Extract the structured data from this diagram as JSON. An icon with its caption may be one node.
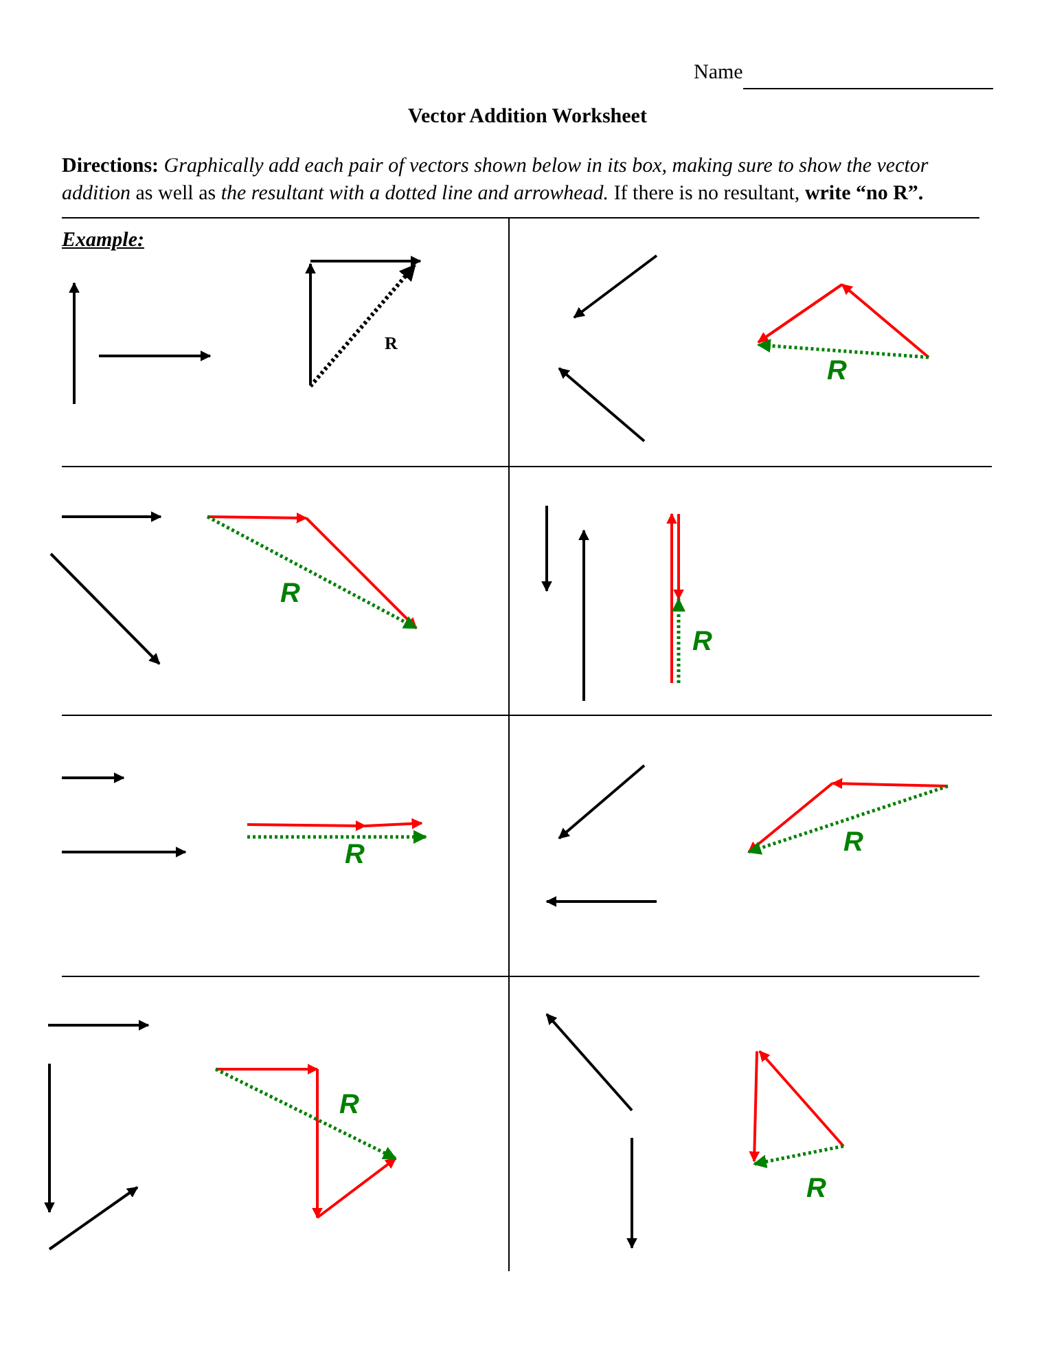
{
  "diagram": {
    "title": "Vector Addition Worksheet",
    "labels": [
      "Name",
      "**Directions:** *Graphically add each pair of vectors shown below in its box, making sure to show the vector addition* as well as *the resultant with a dotted line and arrowhead.* If there is no resultant, **write “no R”.**",
      "Example:",
      "R",
      "R",
      "R",
      "R",
      "R",
      "R",
      "R",
      "R"
    ]
  }
}
